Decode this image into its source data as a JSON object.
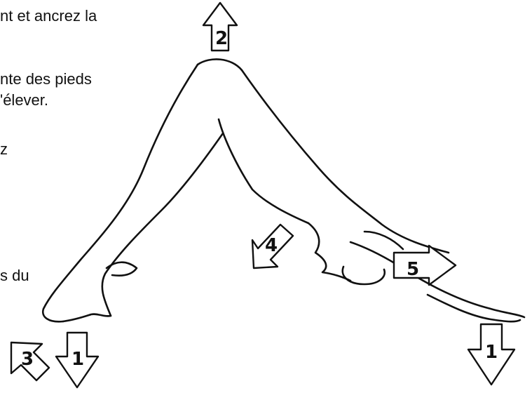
{
  "text_lines": [
    "nt et ancrez la",
    "nte des pieds",
    "'élever.",
    "z",
    "s du"
  ],
  "arrow_labels": [
    "2",
    "4",
    "5",
    "3",
    "1",
    "1"
  ],
  "icons": [
    "downward-dog-figure",
    "arrow-up",
    "arrow-down",
    "arrow-down-left",
    "arrow-right"
  ]
}
